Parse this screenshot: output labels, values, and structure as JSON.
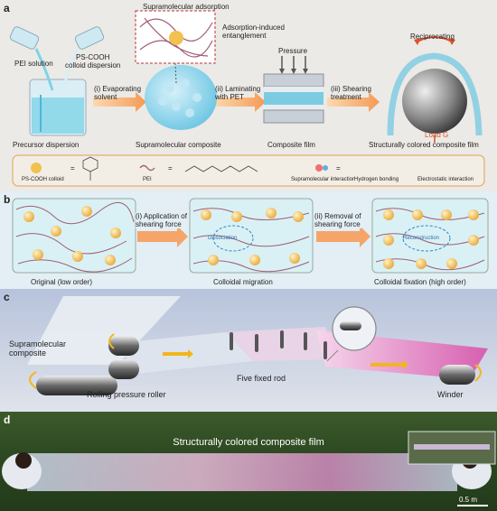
{
  "panel_a": {
    "label": "a",
    "pei_solution": "PEI solution",
    "ps_cooh": "PS-COOH\ncolloid dispersion",
    "step1": "(i) Evaporating\nsolvent",
    "supra_adsorption": "Supramolecular adsorption",
    "adsorption_entanglement": "Adsorption-induced\nentanglement",
    "step2": "(ii) Laminating\nwith PET",
    "pressure": "Pressure",
    "step3": "(iii) Shearing\ntreatment",
    "reciprocating": "Reciprocating",
    "load": "Load G",
    "cap_precursor": "Precursor dispersion",
    "cap_composite": "Supramolecular composite",
    "cap_film": "Composite film",
    "cap_structural": "Structurally colored composite film",
    "legend": {
      "ps_colloid": "PS-COOH colloid",
      "eq1": "=",
      "pei": "PEI",
      "eq2": "=",
      "supra_interaction": "Supramolecular interaction",
      "eq3": "=",
      "hydrogen_bonding": "Hydrogen bonding",
      "electrostatic": "Electrostatic interaction"
    }
  },
  "panel_b": {
    "label": "b",
    "step1": "(i) Application of\nshearing force",
    "step2": "(ii) Removal of\nshearing force",
    "dissociation": "Dissociation",
    "reconstruction": "Reconstruction",
    "cap_original": "Original (low order)",
    "cap_migration": "Colloidal migration",
    "cap_fixation": "Colloidal fixation (high order)"
  },
  "panel_c": {
    "label": "c",
    "supra_composite": "Supramolecular\ncomposite",
    "rolling_roller": "Rolling pressure roller",
    "five_rod": "Five fixed rod",
    "winder": "Winder"
  },
  "panel_d": {
    "label": "d",
    "title": "Structurally colored composite film",
    "scale": "0.5 m"
  },
  "colors": {
    "panel_a_bg": "#eceae6",
    "panel_b_bg": "#e3eff5",
    "panel_c_bg": "#cfd6e4",
    "colloid": "#f2c14e",
    "pei_chain": "#a25d74",
    "arrow": "#f5a56a",
    "film_pink": "#e49ac9"
  }
}
